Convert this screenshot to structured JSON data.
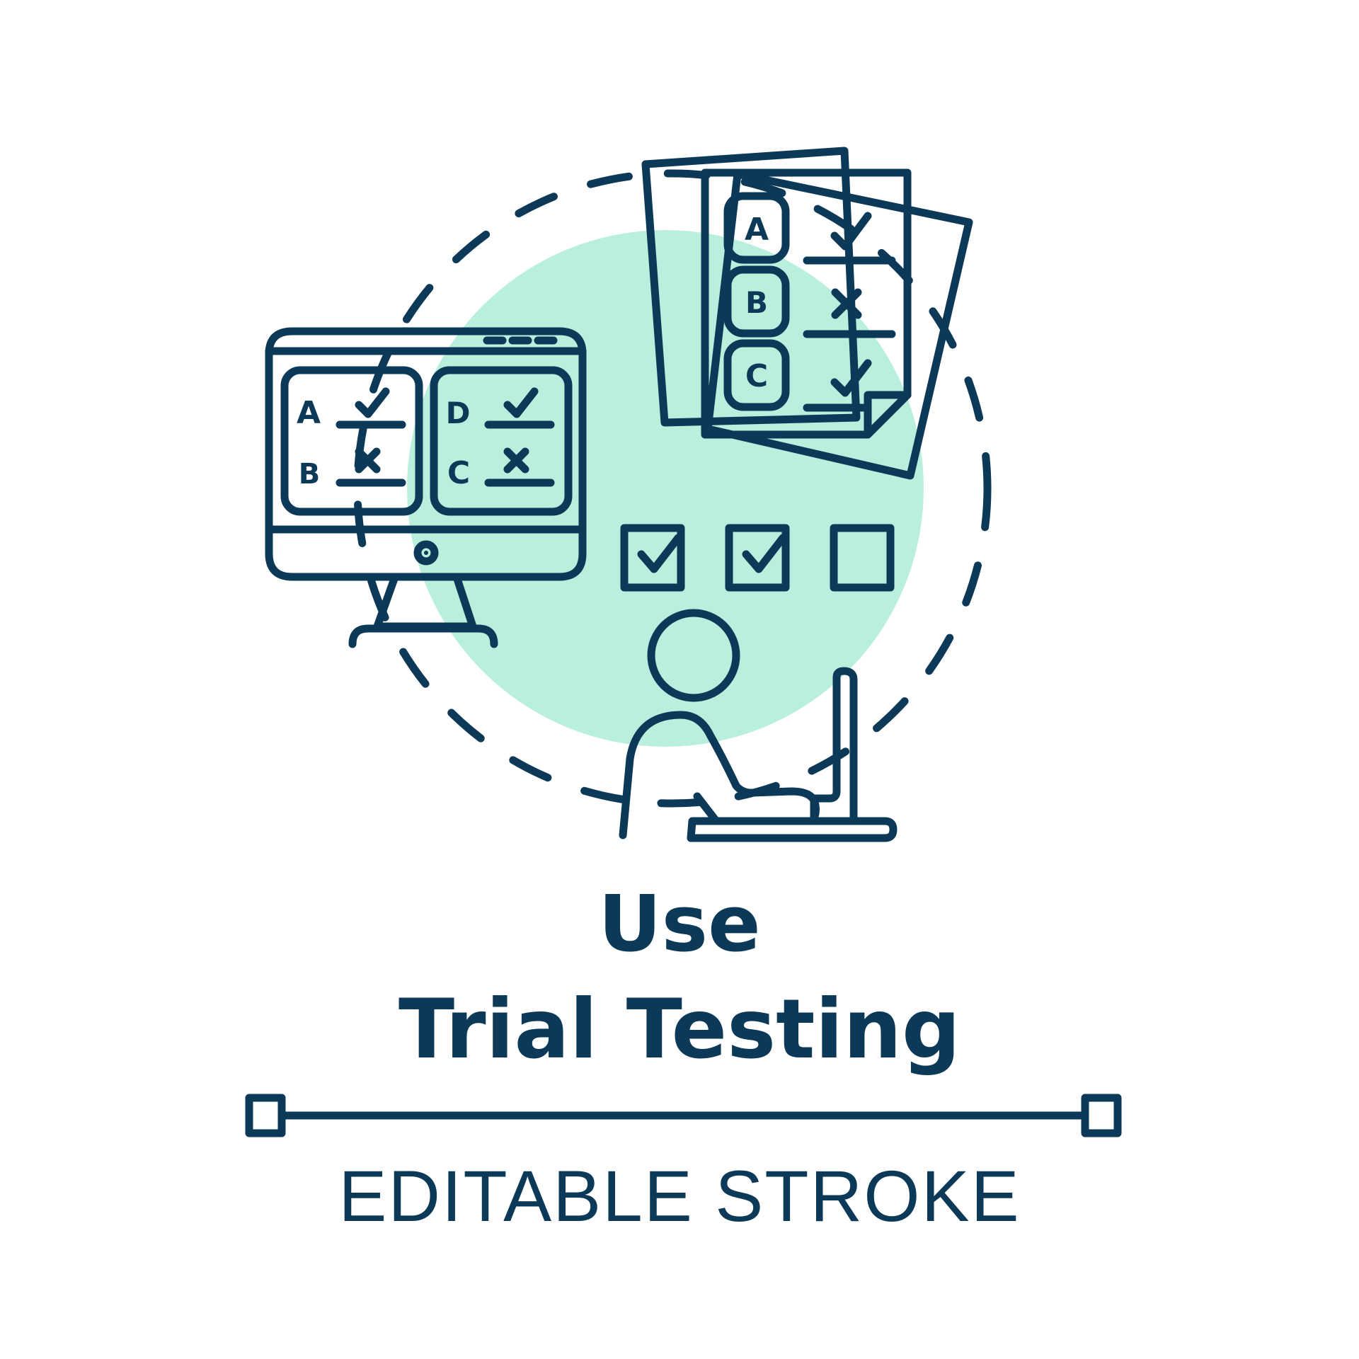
{
  "title": {
    "line1": "Use",
    "line2": "Trial Testing"
  },
  "caption": "EDITABLE STROKE",
  "icons": {
    "computer": "monitor-icon",
    "papers": "test-papers-icon",
    "person": "person-at-laptop-icon",
    "checkboxes": "checkbox-icon"
  },
  "monitor": {
    "left_panel": {
      "row1_letter": "A",
      "row2_letter": "B"
    },
    "right_panel": {
      "row1_letter": "D",
      "row2_letter": "C"
    }
  },
  "paper": {
    "options": [
      "A",
      "B",
      "C"
    ]
  },
  "colors": {
    "outline": "#0b3957",
    "teal": "#5ad6c4",
    "mint_circle": "#b9f0dd",
    "yellow": "#fcd35b",
    "background": "#ffffff"
  }
}
